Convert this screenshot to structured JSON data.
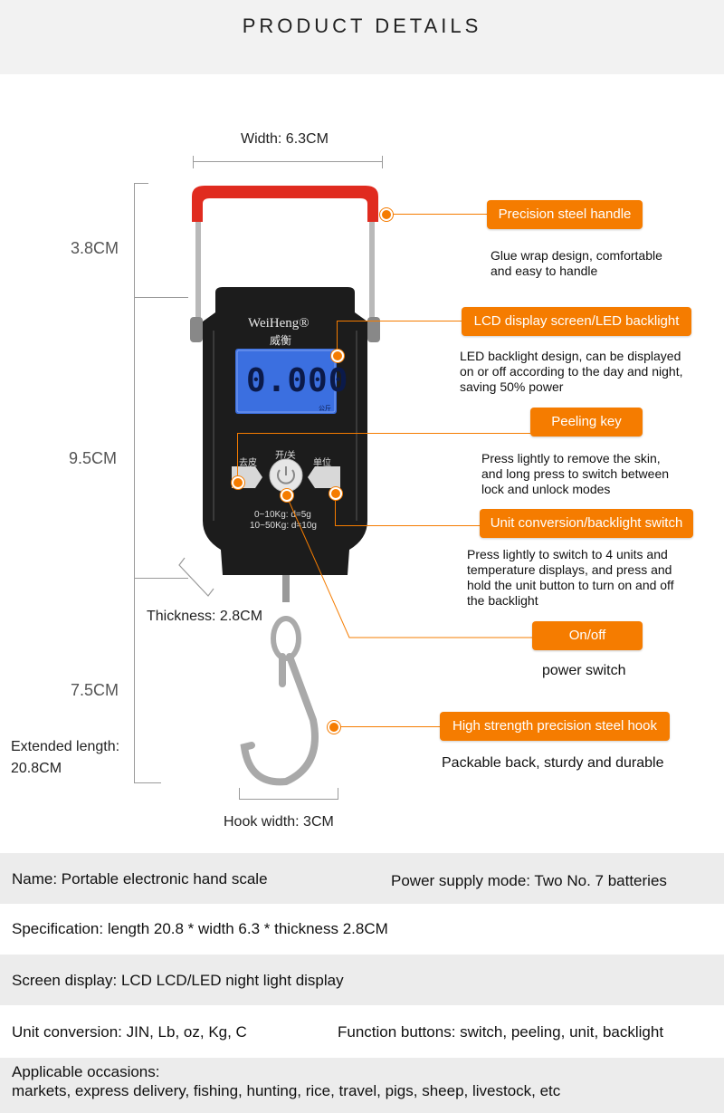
{
  "header": {
    "title": "PRODUCT DETAILS"
  },
  "dimensions": {
    "width": "Width: 6.3CM",
    "handle_height": "3.8CM",
    "body_height": "9.5CM",
    "hook_height": "7.5CM",
    "thickness": "Thickness: 2.8CM",
    "extended_label": "Extended length:",
    "extended_value": "20.8CM",
    "hook_width": "Hook width: 3CM"
  },
  "device": {
    "brand": "WeiHeng®",
    "brand_cn": "威衡",
    "display_value": "0.000",
    "display_unit": "公斤",
    "btn_tare": "去皮",
    "btn_power": "开/关",
    "btn_unit": "单位",
    "range_line1": "0~10Kg: d=5g",
    "range_line2": "10~50Kg: d=10g"
  },
  "features": [
    {
      "label": "Precision steel handle",
      "desc": [
        "Glue wrap design, comfortable",
        "and easy to handle"
      ]
    },
    {
      "label": "LCD display screen/LED backlight",
      "desc": [
        "LED backlight design, can be displayed",
        "on or off according to the day and night,",
        "saving 50% power"
      ]
    },
    {
      "label": "Peeling key",
      "desc": [
        "Press lightly to remove the skin,",
        "and long press to switch between",
        "lock and unlock modes"
      ]
    },
    {
      "label": "Unit conversion/backlight switch",
      "desc": [
        "Press lightly to switch to 4 units and",
        "temperature displays, and press and",
        "hold the unit button to turn on and off",
        "the backlight"
      ]
    },
    {
      "label": "On/off",
      "desc": [
        "power switch"
      ]
    },
    {
      "label": "High strength precision steel hook",
      "desc": [
        "Packable back, sturdy and durable"
      ]
    }
  ],
  "specs": {
    "name": "Name: Portable electronic hand scale",
    "power": "Power supply mode: Two No. 7 batteries",
    "specification": "Specification: length 20.8 * width 6.3 * thickness 2.8CM",
    "screen": "Screen display: LCD LCD/LED night light display",
    "units": "Unit conversion: JIN, Lb, oz, Kg, C",
    "functions": "Function buttons: switch, peeling, unit, backlight",
    "occasions_label": "Applicable occasions:",
    "occasions": "markets, express delivery, fishing, hunting, rice, travel, pigs, sheep, livestock, etc"
  },
  "colors": {
    "accent": "#f57c00",
    "handle": "#e02b1f",
    "lcd": "#3b6fe0",
    "body": "#1c1c1c"
  }
}
